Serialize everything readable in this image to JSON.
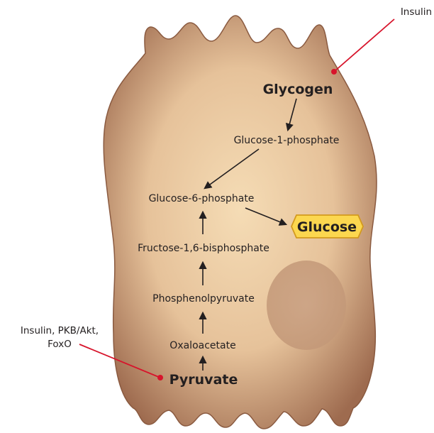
{
  "diagram": {
    "metabolites": {
      "glycogen": "Glycogen",
      "glucose_1_phosphate": "Glucose-1-phosphate",
      "glucose_6_phosphate": "Glucose-6-phosphate",
      "fructose_bisphosphate": "Fructose-1,6-bisphosphate",
      "phosphoenolpyruvate": "Phosphenolpyruvate",
      "oxaloacetate": "Oxaloacetate",
      "pyruvate": "Pyruvate"
    },
    "product": "Glucose",
    "regulators": {
      "top": "Insulin",
      "bottom_line1": "Insulin, PKB/Akt,",
      "bottom_line2": "FoxO"
    },
    "colors": {
      "cell_dark": "#9e6b4f",
      "cell_light": "#f5dcb5",
      "nucleus": "#c69c7c",
      "glucose_fill": "#fcd74f",
      "glucose_stroke": "#d39a1e",
      "regulator_line": "#d7142b",
      "arrow": "#231f20"
    }
  }
}
